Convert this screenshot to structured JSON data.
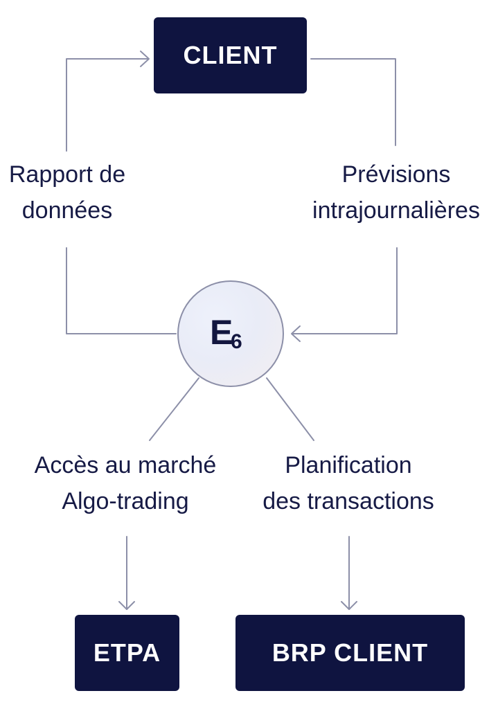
{
  "nodes": {
    "client": "CLIENT",
    "etpa": "ETPA",
    "brp_client": "BRP CLIENT",
    "hub": {
      "letter": "E",
      "subscript": "6"
    }
  },
  "labels": {
    "rapport": [
      "Rapport de",
      "données"
    ],
    "previsions": [
      "Prévisions",
      "intrajournalières"
    ],
    "acces": [
      "Accès au marché",
      "Algo-trading"
    ],
    "planification": [
      "Planification",
      "des transactions"
    ]
  },
  "colors": {
    "box_fill": "#0f1440",
    "box_text": "#ffffff",
    "line": "#8c8fa8",
    "label_text": "#161a45"
  }
}
